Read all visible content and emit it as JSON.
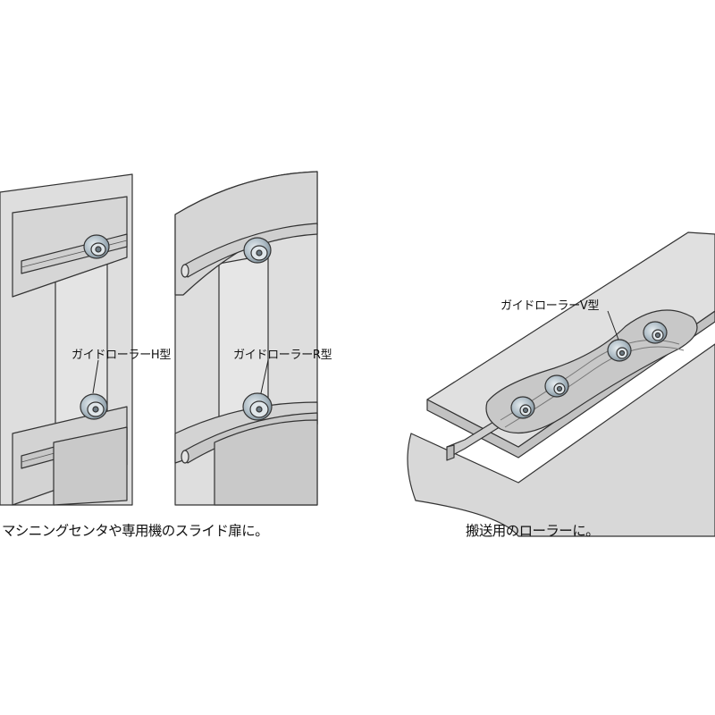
{
  "callouts": {
    "h_type": "ガイドローラーH型",
    "r_type": "ガイドローラーR型",
    "v_type": "ガイドローラーV型"
  },
  "captions": {
    "left": "マシニングセンタや専用機のスライド扉に。",
    "right": "搬送用のローラーに。"
  },
  "colors": {
    "panel": "#dcdcdc",
    "panel_light": "#e9e9e9",
    "panel_dark": "#bdbdbd",
    "roller": "#b7c4cc",
    "outline": "#333333"
  }
}
